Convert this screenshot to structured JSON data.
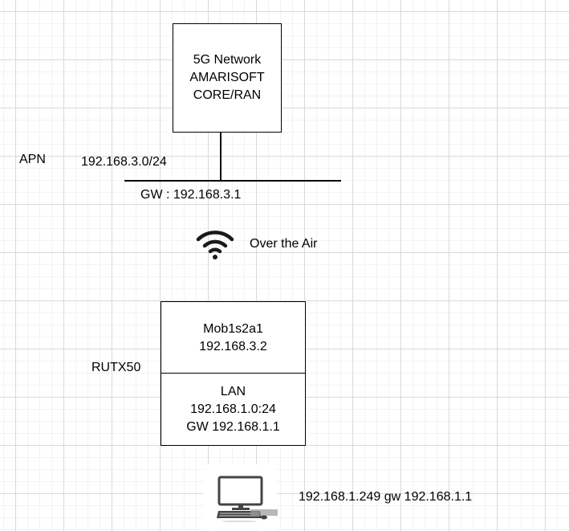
{
  "core_node": {
    "lines": [
      "5G Network",
      "AMARISOFT",
      "CORE/RAN"
    ]
  },
  "apn_network": {
    "apn_label": "APN",
    "subnet": "192.168.3.0/24",
    "gateway": "GW : 192.168.3.1"
  },
  "wireless_link": {
    "icon": "wifi-icon",
    "label": "Over the Air"
  },
  "router": {
    "name": "RUTX50",
    "wan_section": {
      "lines": [
        "Mob1s2a1",
        "192.168.3.2"
      ]
    },
    "lan_section": {
      "lines": [
        "LAN",
        "192.168.1.0:24",
        "GW 192.168.1.1"
      ]
    }
  },
  "client": {
    "icon": "desktop-computer-icon",
    "label": "192.168.1.249 gw 192.168.1.1"
  },
  "colors": {
    "stroke": "#000000",
    "grid_major": "#d9d9d9",
    "grid_minor": "#f3f3f3",
    "icon_gray": "#444444"
  }
}
